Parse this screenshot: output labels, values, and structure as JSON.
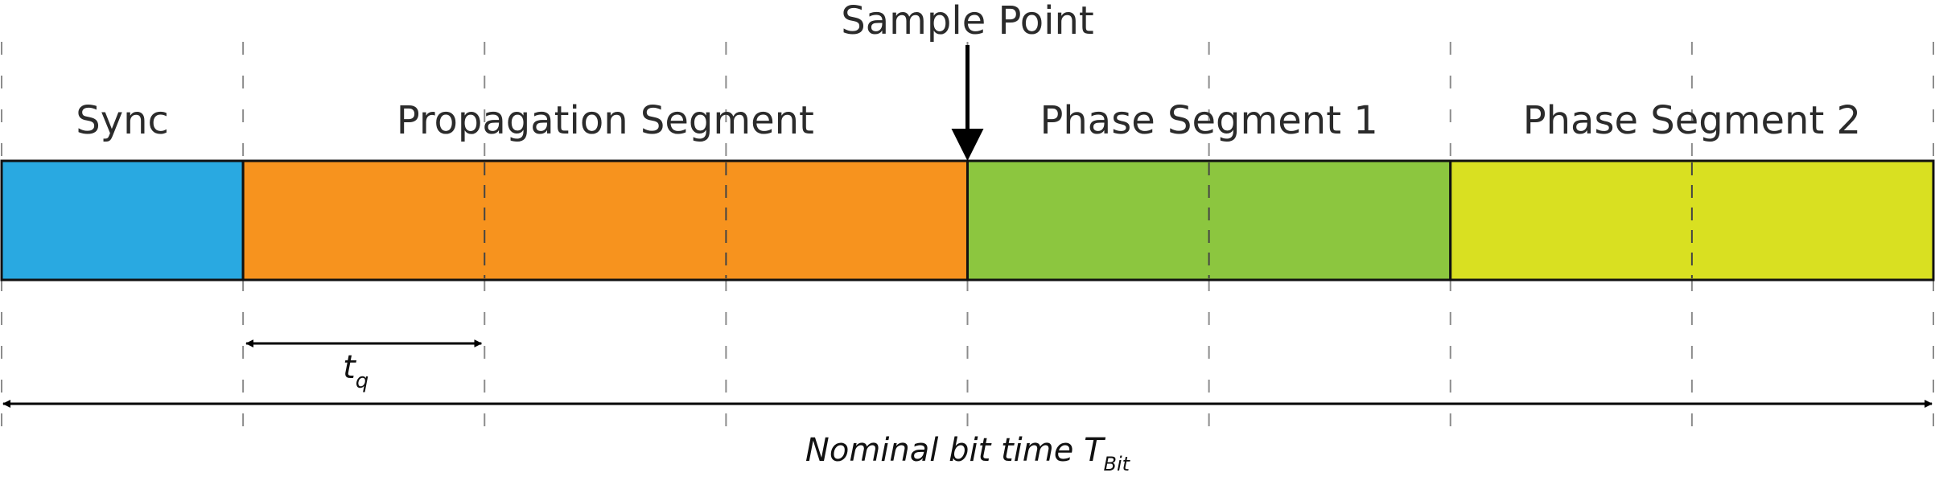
{
  "diagram": {
    "segments": [
      {
        "label": "Sync",
        "tq": 1,
        "color": "#29A9E1"
      },
      {
        "label": "Propagation Segment",
        "tq": 3,
        "color": "#F7931E"
      },
      {
        "label": "Phase Segment 1",
        "tq": 2,
        "color": "#8CC63F"
      },
      {
        "label": "Phase Segment 2",
        "tq": 2,
        "color": "#D9E021"
      }
    ],
    "sample_point": {
      "label": "Sample Point",
      "after_segment": 2
    },
    "tq_label": {
      "main": "t",
      "sub": "q"
    },
    "bit_time_label": {
      "main": "Nominal bit time T",
      "sub": "Bit"
    }
  }
}
